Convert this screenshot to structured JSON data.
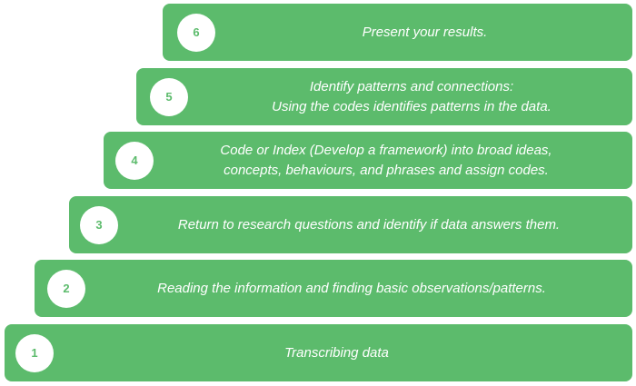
{
  "diagram": {
    "type": "staircase-process",
    "colors": {
      "step_fill": "#5cbb6c",
      "circle_fill": "#ffffff",
      "number_color": "#5cbb6c",
      "text_color": "#ffffff"
    },
    "steps": [
      {
        "number": "1",
        "lines": [
          "Transcribing data"
        ]
      },
      {
        "number": "2",
        "lines": [
          "Reading the information and finding basic observations/patterns."
        ]
      },
      {
        "number": "3",
        "lines": [
          "Return to research questions and identify if data answers them."
        ]
      },
      {
        "number": "4",
        "lines": [
          "Code or Index (Develop a framework) into broad ideas,",
          "concepts, behaviours, and phrases and assign codes."
        ]
      },
      {
        "number": "5",
        "lines": [
          "Identify patterns and connections:",
          "Using the codes identifies patterns in the data."
        ]
      },
      {
        "number": "6",
        "lines": [
          "Present your results."
        ]
      }
    ]
  }
}
